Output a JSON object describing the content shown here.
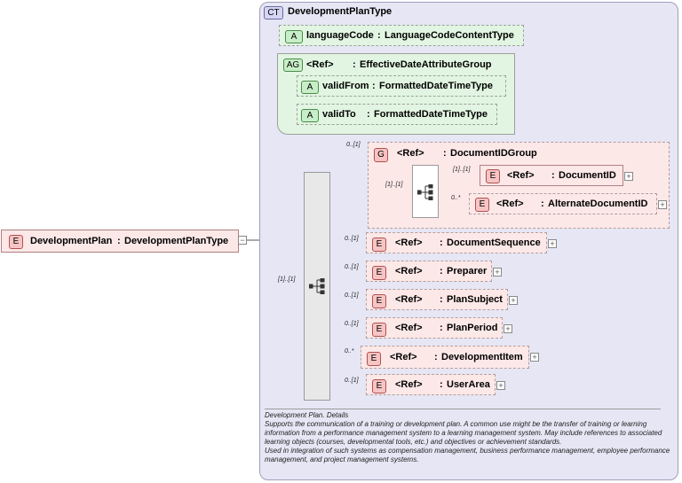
{
  "root": {
    "badge": "E",
    "name": "DevelopmentPlan",
    "sep": ":",
    "type": "DevelopmentPlanType"
  },
  "complex_type": {
    "badge": "CT",
    "name": "DevelopmentPlanType"
  },
  "language_attr": {
    "badge": "A",
    "name": "languageCode",
    "sep": ":",
    "type": "LanguageCodeContentType"
  },
  "attr_group": {
    "badge": "AG",
    "ref": "<Ref>",
    "sep": ":",
    "name": "EffectiveDateAttributeGroup",
    "items": [
      {
        "badge": "A",
        "name": "validFrom",
        "sep": ":",
        "type": "FormattedDateTimeType"
      },
      {
        "badge": "A",
        "name": "validTo",
        "sep": ":",
        "type": "FormattedDateTimeType"
      }
    ]
  },
  "sequence_card": "[1]..[1]",
  "group": {
    "badge": "G",
    "ref": "<Ref>",
    "sep": ":",
    "name": "DocumentIDGroup",
    "card": "0..[1]",
    "choice_card": "[1]..[1]",
    "items": [
      {
        "badge": "E",
        "ref": "<Ref>",
        "sep": ":",
        "name": "DocumentID",
        "card": "[1]..[1]"
      },
      {
        "badge": "E",
        "ref": "<Ref>",
        "sep": ":",
        "name": "AlternateDocumentID",
        "card": "0..*"
      }
    ]
  },
  "elements": [
    {
      "badge": "E",
      "ref": "<Ref>",
      "sep": ":",
      "name": "DocumentSequence",
      "card": "0..[1]"
    },
    {
      "badge": "E",
      "ref": "<Ref>",
      "sep": ":",
      "name": "Preparer",
      "card": "0..[1]"
    },
    {
      "badge": "E",
      "ref": "<Ref>",
      "sep": ":",
      "name": "PlanSubject",
      "card": "0..[1]"
    },
    {
      "badge": "E",
      "ref": "<Ref>",
      "sep": ":",
      "name": "PlanPeriod",
      "card": "0..[1]"
    },
    {
      "badge": "E",
      "ref": "<Ref>",
      "sep": ":",
      "name": "DevelopmentItem",
      "card": "0..*"
    },
    {
      "badge": "E",
      "ref": "<Ref>",
      "sep": ":",
      "name": "UserArea",
      "card": "0..[1]"
    }
  ],
  "documentation": {
    "title": "Development Plan. Details",
    "paragraphs": [
      "Supports the communication of a training or development plan. A common use might be the transfer of training or learning information from a performance management system to a learning management system. May include references to associated learning objects (courses, developmental tools, etc.) and objectives or achievement standards.",
      "Used in integration of such systems as compensation management, business performance management, employee performance management, and project management systems."
    ]
  },
  "colors": {
    "panel": "#e6e6f5",
    "element_fill": "#fde8e8",
    "element_badge": "#f7c4c4",
    "attr_fill": "#e2f5e2",
    "attr_badge": "#c8eec8"
  }
}
